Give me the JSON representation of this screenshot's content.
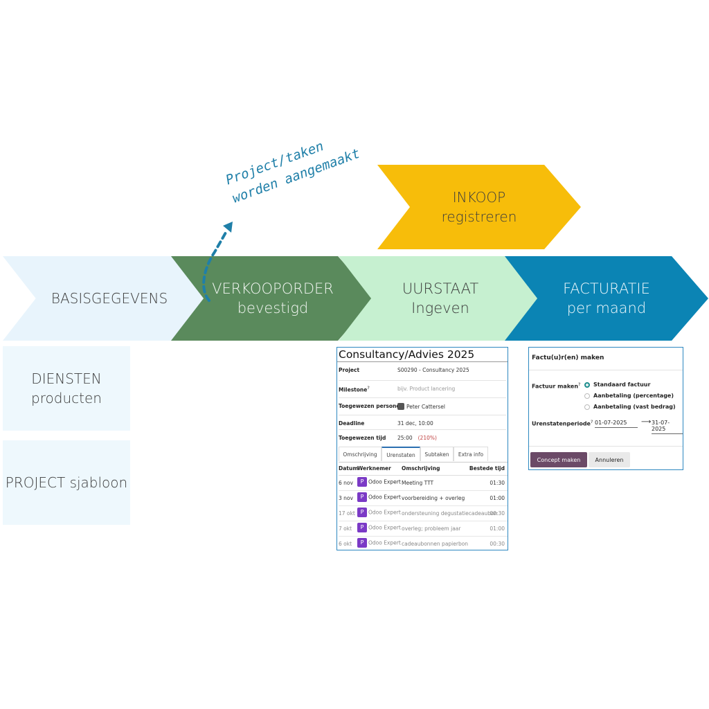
{
  "flow": {
    "basis": "BASISGEGEVENS",
    "verkoop": [
      "VERKOOPORDER",
      "bevestigd"
    ],
    "uurstaat": [
      "UURSTAAT",
      "Ingeven"
    ],
    "facturatie": [
      "FACTURATIE",
      "per maand"
    ],
    "inkoop": [
      "INKOOP",
      "registreren"
    ],
    "annotation": [
      "Project/taken",
      "worden aangemaakt"
    ]
  },
  "boxes": {
    "diensten": [
      "DIENSTEN",
      "producten"
    ],
    "project": "PROJECT sjabloon"
  },
  "task": {
    "title": "Consultancy/Advies 2025",
    "fields": {
      "project_label": "Project",
      "project_value": "S00290 - Consultancy 2025",
      "milestone_label": "Milestone",
      "milestone_placeholder": "bijv. Product lancering",
      "assigned_label": "Toegewezen personen",
      "assigned_value": "Peter Cattersel",
      "deadline_label": "Deadline",
      "deadline_value": "31 dec, 10:00",
      "alloc_label": "Toegewezen tijd",
      "alloc_value": "25:00",
      "alloc_pct": "(210%)"
    },
    "tabs": [
      "Omschrijving",
      "Urenstaten",
      "Subtaken",
      "Extra info"
    ],
    "timesheet_headers": [
      "Datum",
      "Werknemer",
      "Omschrijving",
      "Bestede tijd"
    ],
    "timesheet_rows": [
      {
        "date": "6 nov",
        "badge": "P",
        "employee": "Odoo Expert",
        "description": "Meeting TTT",
        "time": "01:30"
      },
      {
        "date": "3 nov",
        "badge": "P",
        "employee": "Odoo Expert",
        "description": "voorbereiding + overleg",
        "time": "01:00"
      },
      {
        "date": "17 okt",
        "badge": "P",
        "employee": "Odoo Expert",
        "description": "ondersteuning degustatiecadeaubon",
        "time": "00:30"
      },
      {
        "date": "7 okt",
        "badge": "P",
        "employee": "Odoo Expert",
        "description": "overleg; probleem jaar",
        "time": "01:00"
      },
      {
        "date": "6 okt",
        "badge": "P",
        "employee": "Odoo Expert",
        "description": "cadeaubonnen papierbon",
        "time": "00:30"
      }
    ]
  },
  "invoice": {
    "title": "Factu(u)r(en) maken",
    "type_label": "Factuur maken",
    "options": [
      "Standaard factuur",
      "Aanbetaling (percentage)",
      "Aanbetaling (vast bedrag)"
    ],
    "selected_option": "Standaard factuur",
    "period_label": "Urenstatenperiode",
    "date_from": "01-07-2025",
    "date_to": "31-07-2025",
    "arrow": "⟶",
    "help_mark": "?",
    "confirm_button": "Concept maken",
    "cancel_button": "Annuleren"
  },
  "colors": {
    "basis": "#e8f4fc",
    "verkoop": "#5a8a5c",
    "uurstaat": "#c6f0d0",
    "facturatie": "#0b84b4",
    "inkoop": "#f7bd0a",
    "annotation": "#1f7fa8",
    "confirm_button": "#6b4a67",
    "employee_badge": "#7b3ac6"
  }
}
